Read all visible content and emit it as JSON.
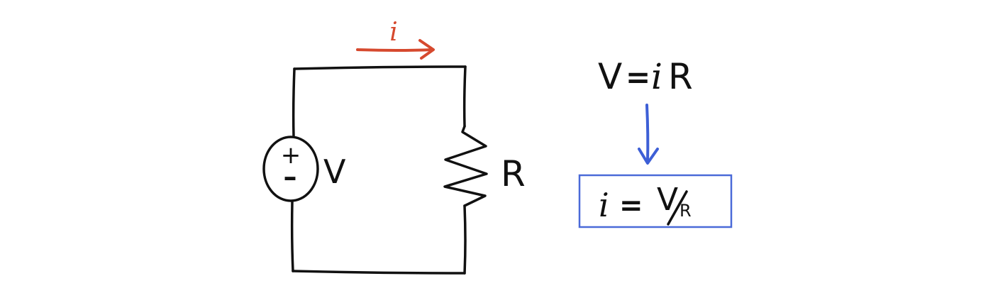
{
  "circuit": {
    "current_label": "i",
    "source_plus": "+",
    "source_minus": "–",
    "source_label": "V",
    "resistor_label": "R"
  },
  "equations": {
    "ohms_law": {
      "lhs": "V",
      "equals": "=",
      "rhs_i": "i",
      "rhs_r": "R"
    },
    "solved": {
      "lhs": "i",
      "equals": "=",
      "numerator": "V",
      "denominator": "R"
    }
  },
  "colors": {
    "ink": "#111111",
    "current_arrow": "#d6492e",
    "derivation_arrow": "#3d5fd6",
    "box_border": "#4a6ad8"
  }
}
